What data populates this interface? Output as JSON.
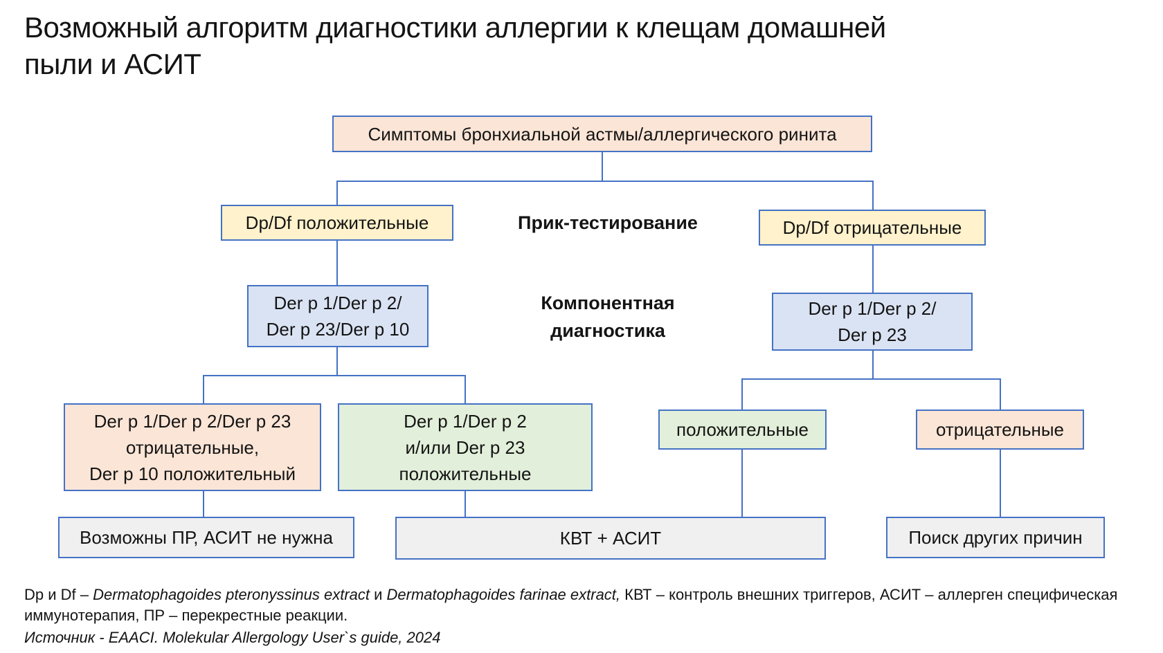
{
  "title": "Возможный алгоритм диагностики аллергии к клещам домашней\nпыли и АСИТ",
  "colors": {
    "connector_and_border_blue": "#4472C4",
    "fill_peach": "#FBE5D6",
    "fill_yellow": "#FFF2CC",
    "fill_light_blue": "#DAE3F3",
    "fill_green": "#E2EFDA",
    "fill_gray": "#F0F0F0"
  },
  "flowchart": {
    "nodes": {
      "symptoms": {
        "text": "Симптомы бронхиальной астмы/аллергического ринита"
      },
      "dpdf_positive": {
        "text": "Dp/Df положительные"
      },
      "dpdf_negative": {
        "text": "Dp/Df отрицательные"
      },
      "components_left": {
        "text": "Der p 1/Der p 2/\nDer p 23/Der p 10"
      },
      "components_right": {
        "text": "Der p 1/Der p 2/\nDer p 23"
      },
      "result_cross_reaction": {
        "text": "Der p 1/Der p 2/Der p 23\nотрицательные,\nDer p 10 положительный"
      },
      "result_components_positive": {
        "text": "Der p 1/Der p 2\nи/или Der p 23\nположительные"
      },
      "components_positive": {
        "text": "положительные"
      },
      "components_negative": {
        "text": "отрицательные"
      },
      "outcome_no_asit": {
        "text": "Возможны ПР, АСИТ не нужна"
      },
      "outcome_kvt_asit": {
        "text": "КВТ + АСИТ"
      },
      "outcome_other_causes": {
        "text": "Поиск других причин"
      }
    },
    "stage_labels": {
      "prick_testing": "Прик-тестирование",
      "component_diagnostics": "Компонентная\nдиагностика"
    }
  },
  "footnote": {
    "abbr_prefix": "Dp и Df – ",
    "latin_name_1": "Dermatophagoides pteronyssinus extract",
    "conjunction": " и ",
    "latin_name_2": "Dermatophagoides farinae extract,",
    "abbr_rest": "  КВТ – контроль внешних триггеров, АСИТ – аллерген специфическая иммунотерапия, ПР – перекрестные реакции.",
    "source": "Источник  - EAACI. Molekular Allergology User`s guide, 2024"
  }
}
